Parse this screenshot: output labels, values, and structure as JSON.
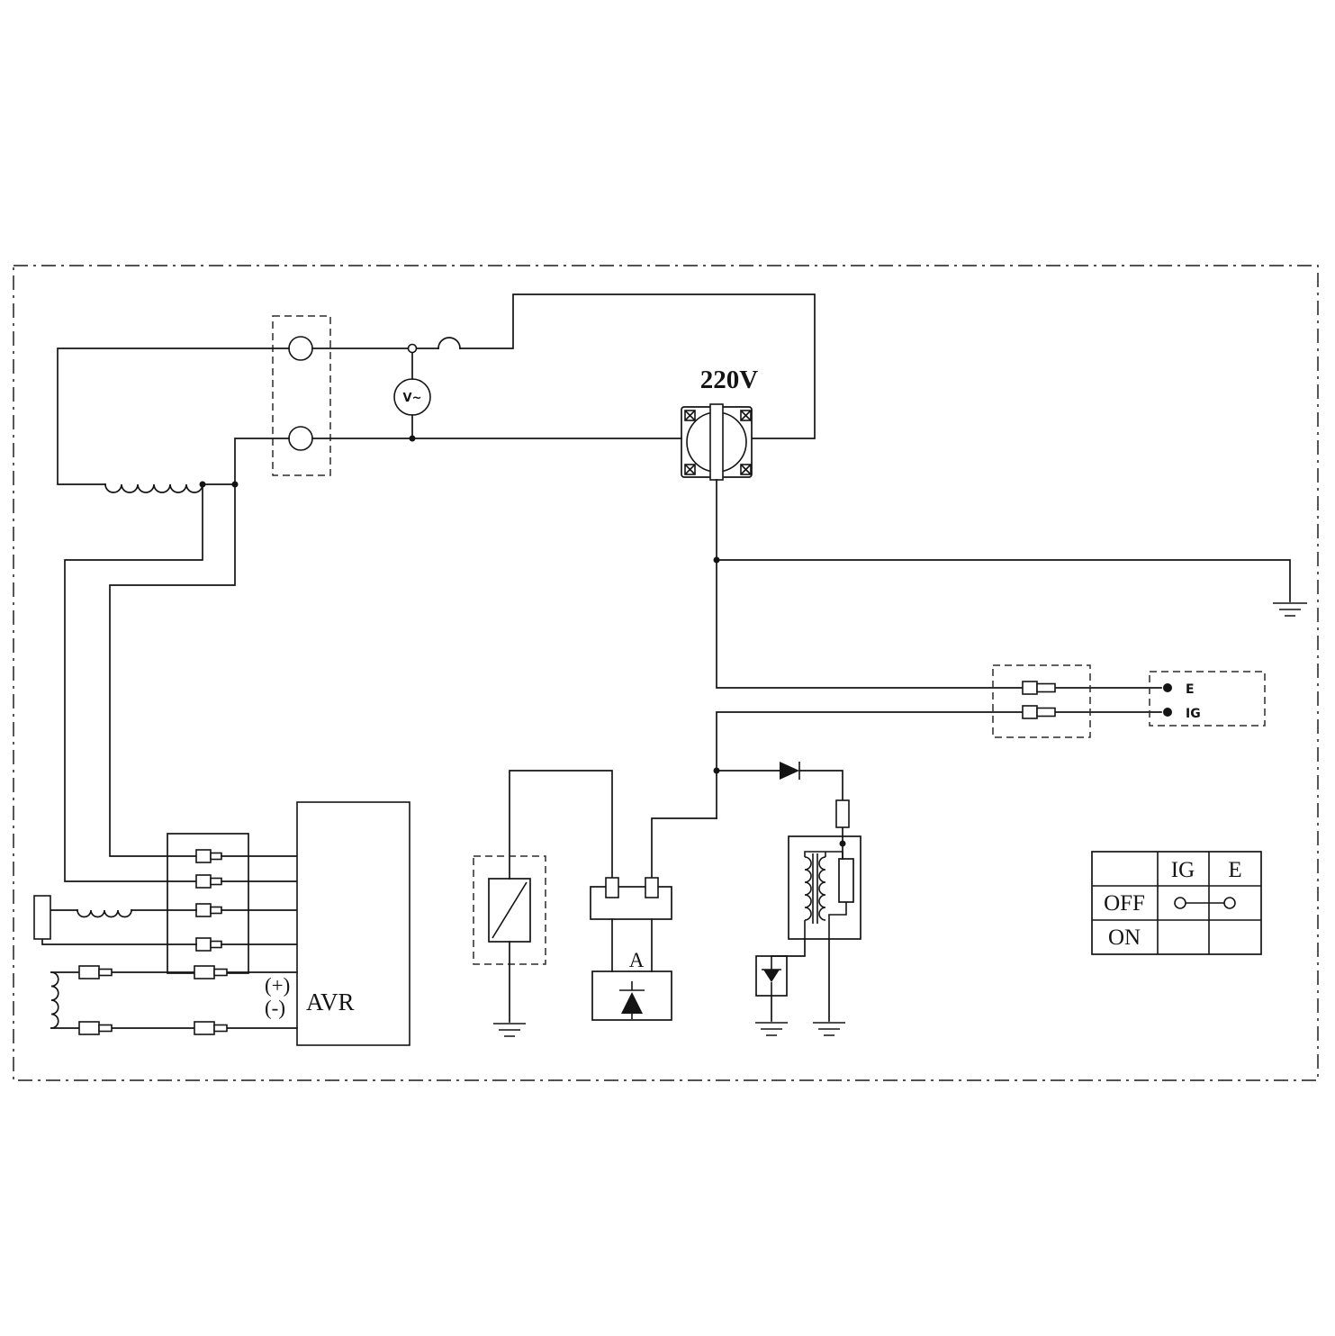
{
  "diagram": {
    "meter_label": "V~",
    "outlet_label": "220V",
    "avr_label": "AVR",
    "plus_label": "(+)",
    "minus_label": "(-)",
    "diode_unit_label": "A",
    "terminal_block": {
      "e": "E",
      "ig": "IG"
    },
    "switch_table": {
      "col_ig": "IG",
      "col_e": "E",
      "row_off": "OFF",
      "row_on": "ON"
    },
    "colors": {
      "line": "#141414",
      "background": "#ffffff"
    }
  }
}
